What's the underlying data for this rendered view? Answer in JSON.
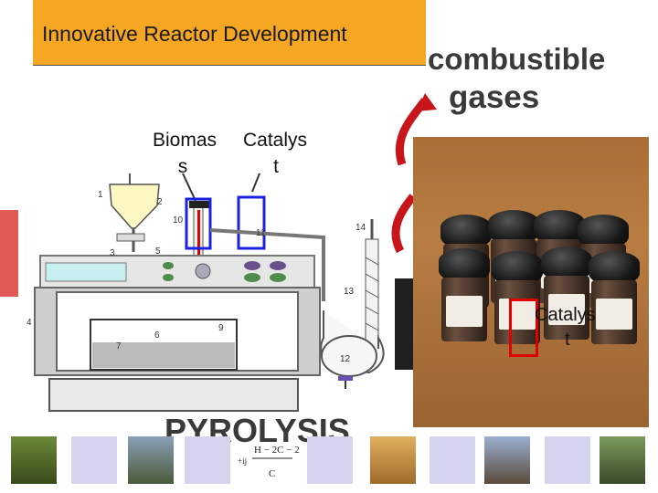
{
  "slide": {
    "title": "Innovative Reactor Development",
    "gases_label": "combustible gases",
    "bottom_label": "PYROLYSIS",
    "biomass_label_line1": "Biomas",
    "biomass_label_line2": "s",
    "catalyst_label_line1": "Catalys",
    "catalyst_label_line2": "t",
    "photo_catalyst_line1": "Catalys",
    "photo_catalyst_line2": "t",
    "formula_text": "H − 2C − 2",
    "formula_c": "C",
    "formula_prefix": "+ij"
  },
  "diagram": {
    "part_numbers": [
      "1",
      "2",
      "3",
      "4",
      "5",
      "6",
      "7",
      "9",
      "10",
      "11",
      "12",
      "13",
      "14"
    ]
  },
  "colors": {
    "title_bar": "#f5a623",
    "highlight_blue": "#1a22e0",
    "highlight_red": "#e10000",
    "arrow_red": "#c8151b"
  }
}
